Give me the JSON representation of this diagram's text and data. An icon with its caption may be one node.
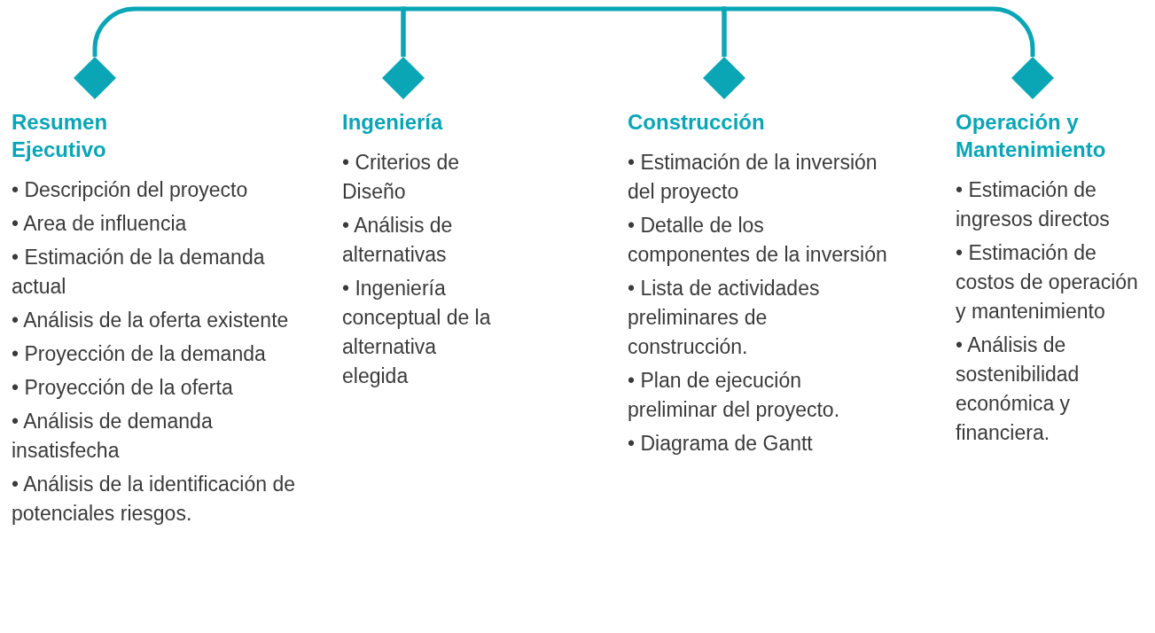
{
  "diagram": {
    "nodes": [
      {
        "text": [],
        "shape": "diamond",
        "beside": [
          "Resumen Ejecutivo",
          "• Descripción del proyecto",
          "• Area de influencia",
          "• Estimación de la demanda actual",
          "• Análisis de la oferta existente",
          "• Proyección de la demanda",
          "• Proyección de la oferta",
          "• Análisis de demanda insatisfecha",
          "• Análisis de la identificación de potenciales riesgos."
        ]
      },
      {
        "text": [],
        "shape": "diamond",
        "beside": [
          "Ingeniería",
          "• Criterios de Diseño",
          "• Análisis de alternativas",
          "• Ingeniería conceptual de la alternativa elegida"
        ]
      },
      {
        "text": [],
        "shape": "diamond",
        "beside": [
          "Construcción",
          "• Estimación de la inversión del proyecto",
          "• Detalle de los componentes de la inversión",
          "• Lista de actividades preliminares de construcción.",
          "• Plan de ejecución preliminar del proyecto.",
          "• Diagrama de Gantt"
        ]
      },
      {
        "text": [],
        "shape": "diamond",
        "beside": [
          "Operación y Mantenimiento",
          "• Estimación de ingresos directos",
          "• Estimación de costos de operación y mantenimiento",
          "• Análisis de sostenibilidad económica y financiera."
        ]
      }
    ],
    "edges": [
      {
        "from": 0,
        "to": 1,
        "arrow": "none"
      },
      {
        "from": 1,
        "to": 2,
        "arrow": "none"
      },
      {
        "from": 2,
        "to": 3,
        "arrow": "none"
      }
    ]
  }
}
